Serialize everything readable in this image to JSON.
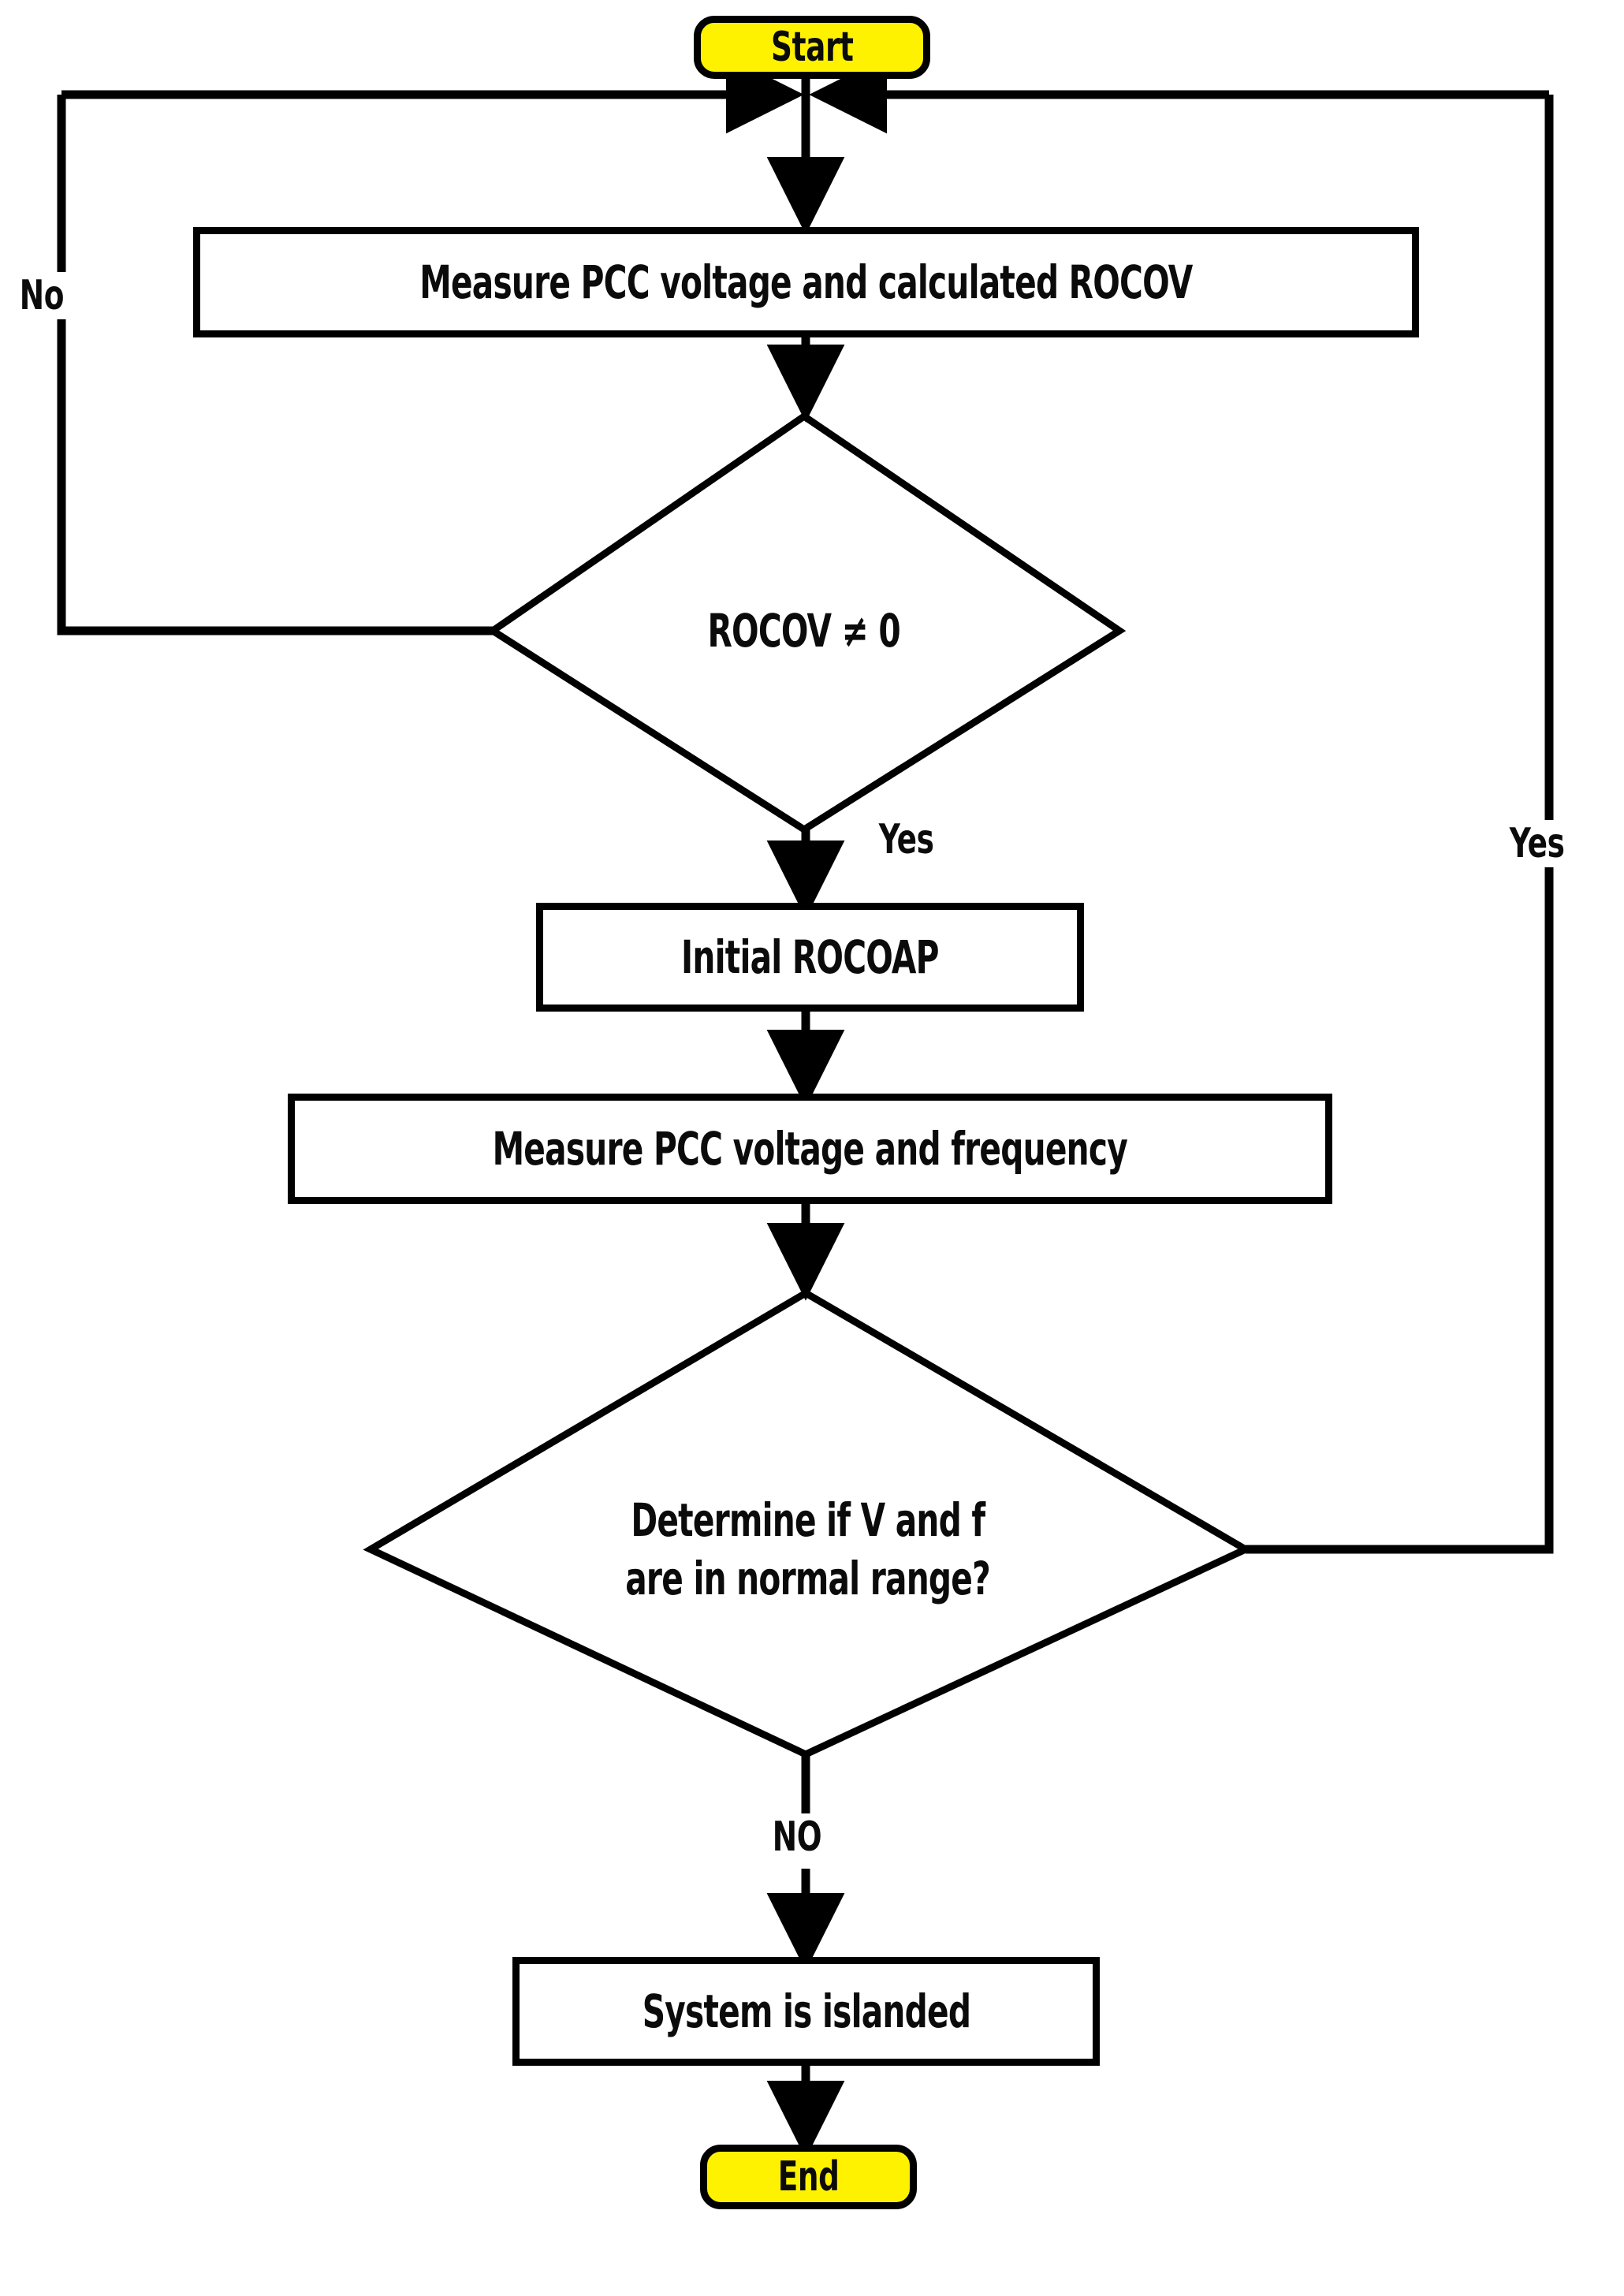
{
  "diagram": {
    "title": "Islanding detection flowchart",
    "colors": {
      "terminator_fill": "#FFF200",
      "stroke": "#000000",
      "process_fill": "#FFFFFF",
      "background": "#FFFFFF"
    },
    "nodes": [
      {
        "id": "start",
        "type": "terminator",
        "label": "Start"
      },
      {
        "id": "measure1",
        "type": "process",
        "label": "Measure PCC voltage and calculated ROCOV"
      },
      {
        "id": "decision1",
        "type": "decision",
        "label_line1": "ROCOV ≠ 0",
        "label_line2": ""
      },
      {
        "id": "initial",
        "type": "process",
        "label": "Initial ROCOAP"
      },
      {
        "id": "measure2",
        "type": "process",
        "label": "Measure PCC voltage and frequency"
      },
      {
        "id": "decision2",
        "type": "decision",
        "label_line1": "Determine if V and f",
        "label_line2": "are in normal range?"
      },
      {
        "id": "islanded",
        "type": "process",
        "label": "System is islanded"
      },
      {
        "id": "end",
        "type": "terminator",
        "label": "End"
      }
    ],
    "edge_labels": {
      "decision1_no": "No",
      "decision1_yes": "Yes",
      "decision2_yes": "Yes",
      "decision2_no": "NO"
    }
  }
}
